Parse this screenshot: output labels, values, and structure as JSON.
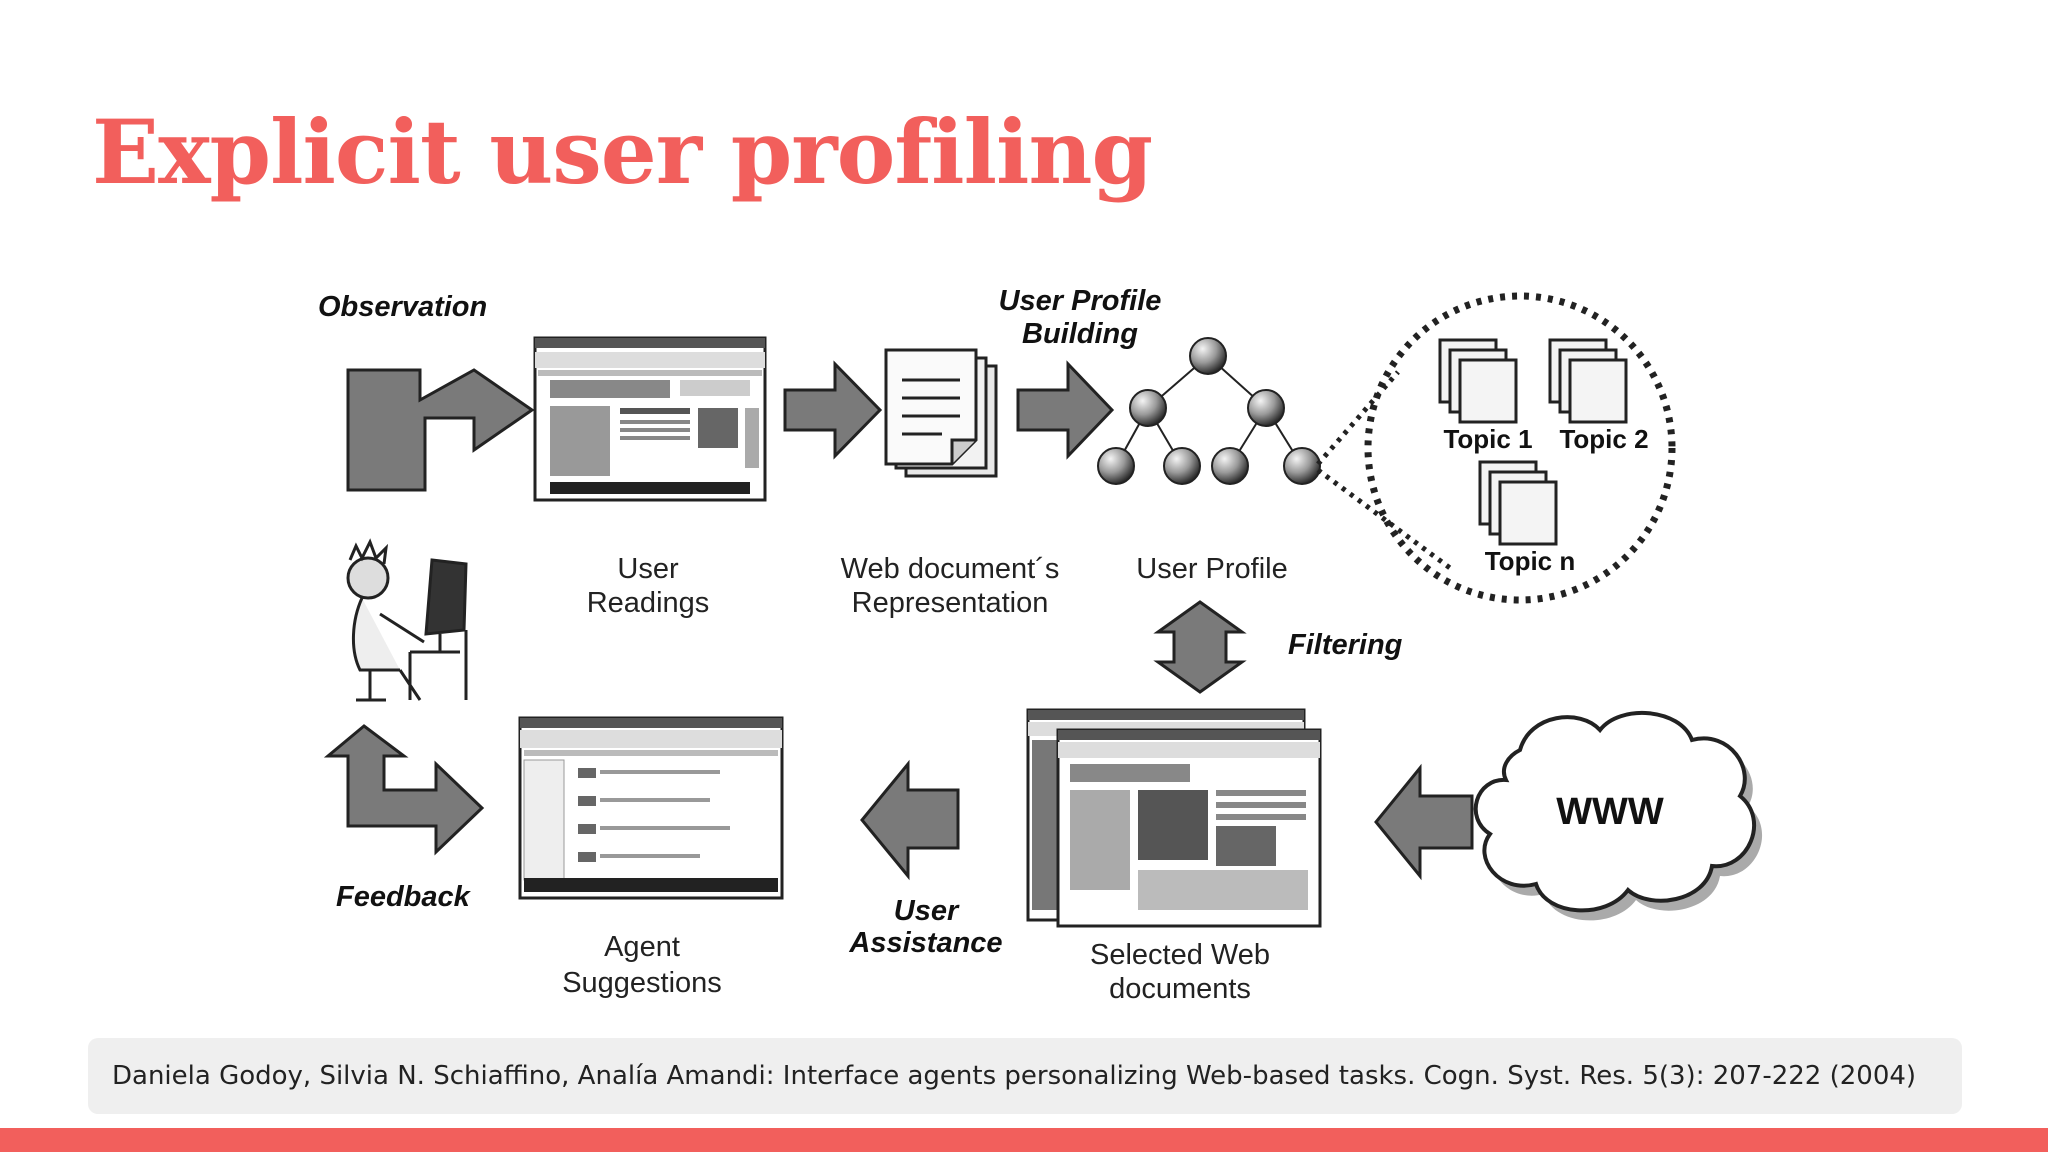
{
  "slide": {
    "title": "Explicit user profiling",
    "citation": "Daniela Godoy, Silvia N. Schiaffino, Analía Amandi: Interface agents personalizing Web-based tasks. Cogn. Syst. Res. 5(3): 207-222 (2004)"
  },
  "colors": {
    "accent": "#f25f5c",
    "citation_bg": "#efefef",
    "arrow_fill": "#7a7a7a",
    "arrow_stroke": "#222222"
  },
  "diagram": {
    "observation": "Observation",
    "user_profile_building": [
      "User Profile",
      "Building"
    ],
    "user_readings": [
      "User",
      "Readings"
    ],
    "web_doc_repr": [
      "Web document´s",
      "Representation"
    ],
    "user_profile": "User Profile",
    "filtering": "Filtering",
    "topics": [
      "Topic 1",
      "Topic 2",
      "Topic n"
    ],
    "www": "WWW",
    "feedback": "Feedback",
    "agent_suggestions": [
      "Agent",
      "Suggestions"
    ],
    "user_assistance": [
      "User",
      "Assistance"
    ],
    "selected_web_docs": [
      "Selected Web",
      "documents"
    ]
  }
}
